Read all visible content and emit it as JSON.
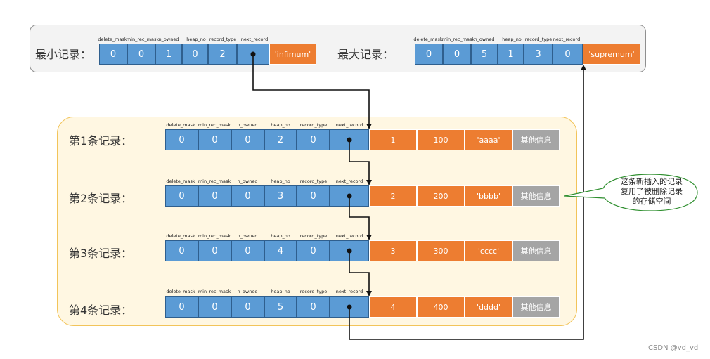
{
  "headers": [
    "delete_mask",
    "min_rec_mask",
    "n_owned",
    "heap_no",
    "record_type",
    "next_record"
  ],
  "top": {
    "infimum": {
      "label": "最小记录：",
      "values": [
        "0",
        "0",
        "1",
        "0",
        "2"
      ],
      "name": "'infimum'"
    },
    "supremum": {
      "label": "最大记录：",
      "values": [
        "0",
        "0",
        "5",
        "1",
        "3",
        "0"
      ],
      "name": "'supremum'"
    }
  },
  "records": [
    {
      "label": "第1条记录：",
      "values": [
        "0",
        "0",
        "0",
        "2",
        "0"
      ],
      "data": [
        "1",
        "100",
        "'aaaa'",
        "其他信息"
      ]
    },
    {
      "label": "第2条记录：",
      "values": [
        "0",
        "0",
        "0",
        "3",
        "0"
      ],
      "data": [
        "2",
        "200",
        "'bbbb'",
        "其他信息"
      ]
    },
    {
      "label": "第3条记录：",
      "values": [
        "0",
        "0",
        "0",
        "4",
        "0"
      ],
      "data": [
        "3",
        "300",
        "'cccc'",
        "其他信息"
      ]
    },
    {
      "label": "第4条记录：",
      "values": [
        "0",
        "0",
        "0",
        "5",
        "0"
      ],
      "data": [
        "4",
        "400",
        "'dddd'",
        "其他信息"
      ]
    }
  ],
  "callout": {
    "line1": "这条新插入的记录",
    "line2": "复用了被删除记录",
    "line3": "的存储空间"
  },
  "watermark": "CSDN @vd_vd",
  "colors": {
    "header_cell": "#5b9bd5",
    "data_cell": "#ed7d31",
    "other_cell": "#a5a5a5",
    "record_area": "#fff7e2",
    "record_border": "#f2c45a"
  }
}
